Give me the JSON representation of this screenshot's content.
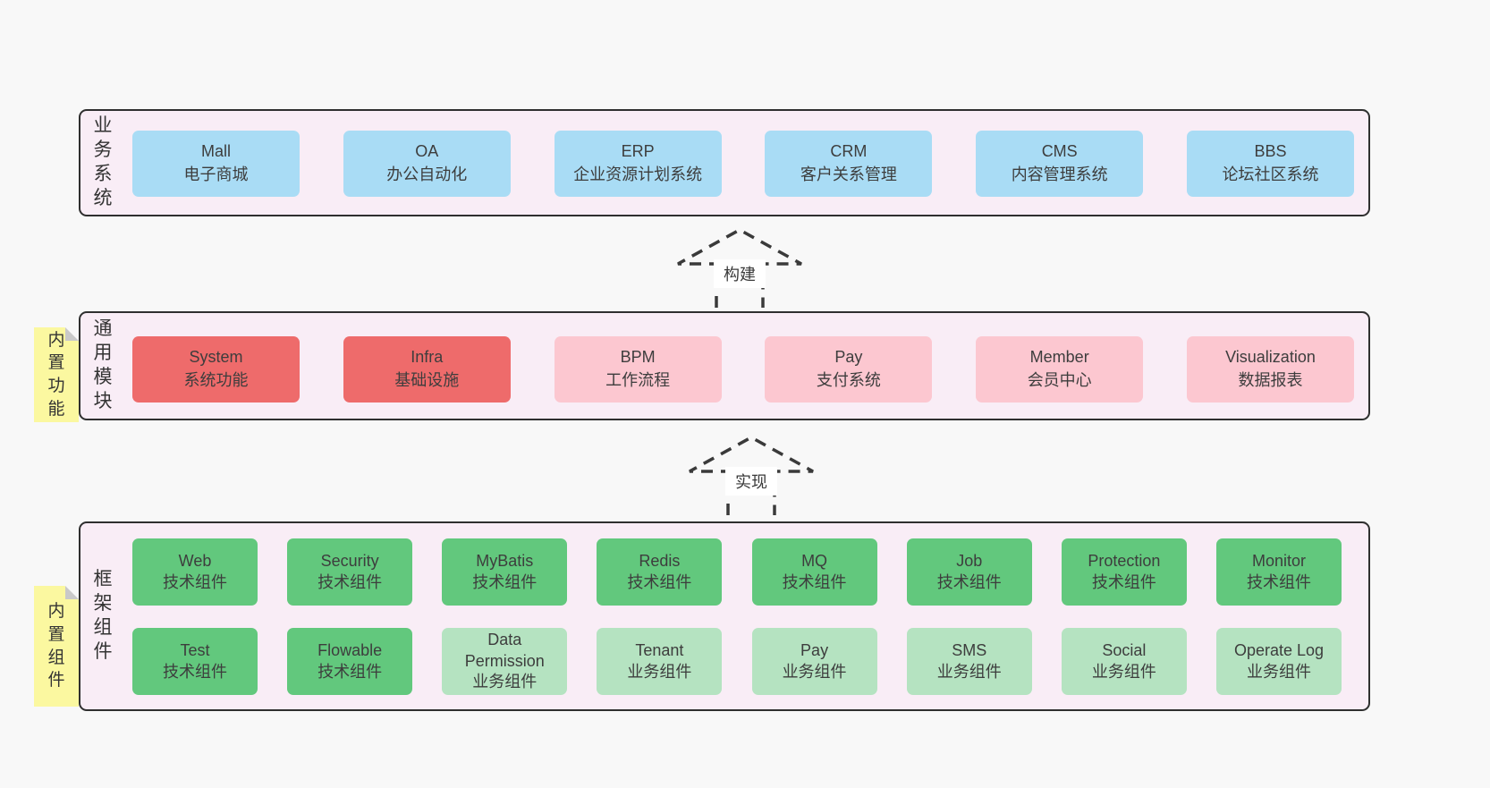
{
  "colors": {
    "page_bg": "#f8f8f8",
    "layer_bg": "#f9edf6",
    "layer_border": "#2f2f2f",
    "node_blue": "#a9dcf5",
    "node_red": "#ee6b6b",
    "node_pink": "#fcc7d0",
    "node_green_dark": "#62c87d",
    "node_green_light": "#b5e3c1",
    "sticky_bg": "#fbf8a0",
    "sticky_fold": "#c9c9c9",
    "text": "#3a3a3a"
  },
  "layers": {
    "business": {
      "label": "业务系统",
      "boxes": [
        {
          "name": "Mall",
          "desc": "电子商城"
        },
        {
          "name": "OA",
          "desc": "办公自动化"
        },
        {
          "name": "ERP",
          "desc": "企业资源计划系统"
        },
        {
          "name": "CRM",
          "desc": "客户关系管理"
        },
        {
          "name": "CMS",
          "desc": "内容管理系统"
        },
        {
          "name": "BBS",
          "desc": "论坛社区系统"
        }
      ]
    },
    "modules": {
      "label": "通用模块",
      "sticky": "内置功能",
      "boxes": [
        {
          "name": "System",
          "desc": "系统功能"
        },
        {
          "name": "Infra",
          "desc": "基础设施"
        },
        {
          "name": "BPM",
          "desc": "工作流程"
        },
        {
          "name": "Pay",
          "desc": "支付系统"
        },
        {
          "name": "Member",
          "desc": "会员中心"
        },
        {
          "name": "Visualization",
          "desc": "数据报表"
        }
      ]
    },
    "components": {
      "label": "框架组件",
      "sticky": "内置组件",
      "row1": [
        {
          "name": "Web",
          "desc": "技术组件"
        },
        {
          "name": "Security",
          "desc": "技术组件"
        },
        {
          "name": "MyBatis",
          "desc": "技术组件"
        },
        {
          "name": "Redis",
          "desc": "技术组件"
        },
        {
          "name": "MQ",
          "desc": "技术组件"
        },
        {
          "name": "Job",
          "desc": "技术组件"
        },
        {
          "name": "Protection",
          "desc": "技术组件"
        },
        {
          "name": "Monitor",
          "desc": "技术组件"
        }
      ],
      "row2": [
        {
          "name": "Test",
          "desc": "技术组件"
        },
        {
          "name": "Flowable",
          "desc": "技术组件"
        },
        {
          "name": "Data Permission",
          "desc": "业务组件"
        },
        {
          "name": "Tenant",
          "desc": "业务组件"
        },
        {
          "name": "Pay",
          "desc": "业务组件"
        },
        {
          "name": "SMS",
          "desc": "业务组件"
        },
        {
          "name": "Social",
          "desc": "业务组件"
        },
        {
          "name": "Operate Log",
          "desc": "业务组件"
        }
      ]
    }
  },
  "arrows": {
    "build": "构建",
    "implement": "实现"
  }
}
